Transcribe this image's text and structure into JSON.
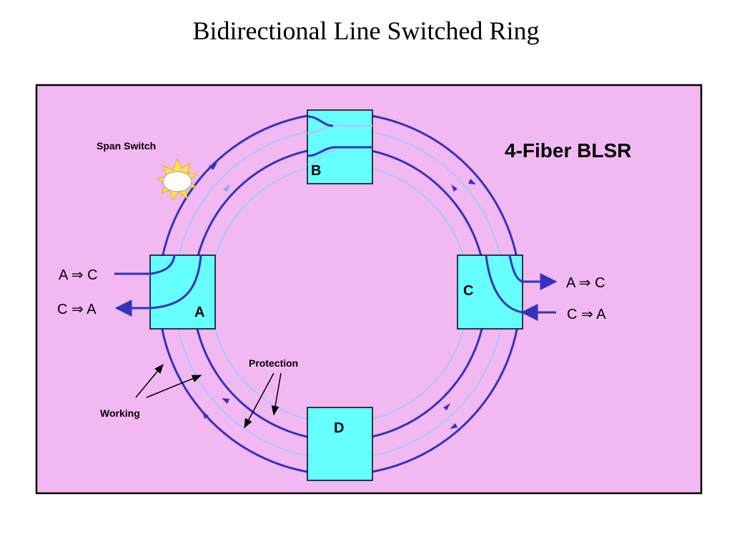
{
  "slide": {
    "title": "Bidirectional Line Switched Ring"
  },
  "diagram": {
    "ring_type_label": "4-Fiber BLSR",
    "event_label": "Span Switch",
    "nodes": {
      "a": "A",
      "b": "B",
      "c": "C",
      "d": "D"
    },
    "traffic": {
      "left_in": "A ⇒ C",
      "left_out": "C ⇒ A",
      "right_out": "A ⇒ C",
      "right_in": "C ⇒ A"
    },
    "legend": {
      "protection": "Protection",
      "working": "Working"
    }
  },
  "colors": {
    "background": "#f2b8f2",
    "node_fill": "#66ffff",
    "working_fiber": "#3333bb",
    "protection_fiber": "#a8c8ff",
    "border": "#000000"
  }
}
